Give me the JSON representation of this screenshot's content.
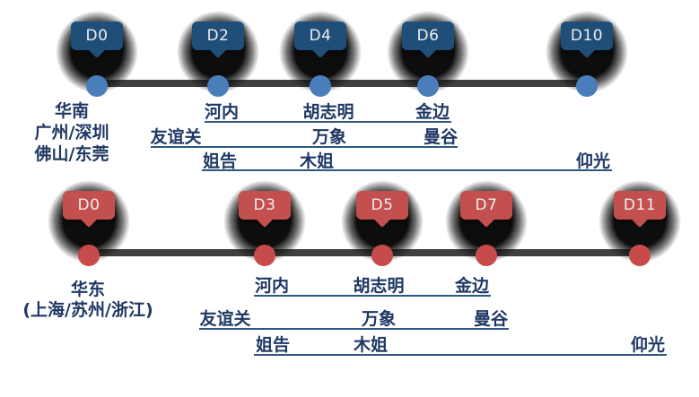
{
  "colors": {
    "badge_blue": "#1F4E79",
    "badge_red": "#C3504E",
    "dot_blue": "#4A7EBB",
    "dot_red": "#C84B4B",
    "line": "#3F3F3F",
    "label_text": "#1F3864",
    "underline": "#2E5782",
    "badge_text": "#EDEDED"
  },
  "south_route": {
    "days": [
      "D0",
      "D2",
      "D4",
      "D6",
      "D10"
    ],
    "origin_lines": [
      "华南",
      "广州/深圳",
      "佛山/东莞"
    ],
    "stops": {
      "hanoi": "河内",
      "ho_chi_minh": "胡志明",
      "phnom_penh": "金边",
      "youyiguan": "友谊关",
      "vientiane": "万象",
      "bangkok": "曼谷",
      "jiegao": "姐告",
      "muse": "木姐",
      "yangon": "仰光"
    }
  },
  "east_route": {
    "days": [
      "D0",
      "D3",
      "D5",
      "D7",
      "D11"
    ],
    "origin_lines": [
      "华东",
      "(上海/苏州/浙江)"
    ],
    "stops": {
      "hanoi": "河内",
      "ho_chi_minh": "胡志明",
      "phnom_penh": "金边",
      "youyiguan": "友谊关",
      "vientiane": "万象",
      "bangkok": "曼谷",
      "jiegao": "姐告",
      "muse": "木姐",
      "yangon": "仰光"
    }
  }
}
